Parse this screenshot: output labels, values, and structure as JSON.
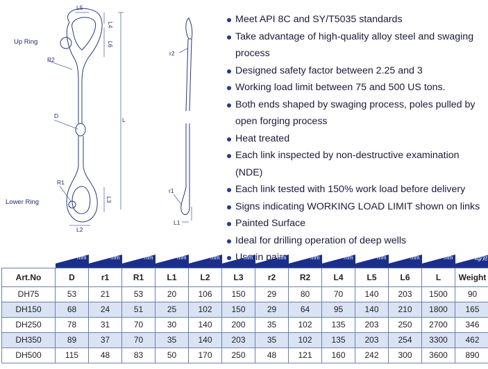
{
  "drawing": {
    "labels": {
      "up_ring": "Up Ring",
      "lower_ring": "Lower Ring",
      "l5": "L5",
      "l4": "L4",
      "l6": "L6",
      "r2_cap": "R2",
      "d": "D",
      "l": "L",
      "r1_cap": "R1",
      "l3": "L3",
      "l2": "L2",
      "r2": "r2",
      "r1": "r1",
      "l1": "L1"
    }
  },
  "features": [
    "Meet API 8C and SY/T5035 standards",
    "Take advantage of high-quality alloy steel and swaging process",
    "Designed safety factor between 2.25 and 3",
    "Working load limit between 75 and 500 US tons.",
    "Both ends shaped by swaging process, poles pulled by open forging process",
    "Heat treated",
    "Each link inspected by non-destructive examination (NDE)",
    "Each link tested with 150% work load before delivery",
    "Signs indicating WORKING LOAD LIMIT shown on links",
    "Painted Surface",
    "Ideal for drilling operation of deep wells",
    "Use in pairs"
  ],
  "table": {
    "units": [
      "",
      "mm",
      "mm",
      "mm",
      "mm",
      "mm",
      "mm",
      "mm",
      "mm",
      "mm",
      "mm",
      "mm",
      "mm",
      "kg/对"
    ],
    "headers": [
      "Art.No",
      "D",
      "r1",
      "R1",
      "L1",
      "L2",
      "L3",
      "r2",
      "R2",
      "L4",
      "L5",
      "L6",
      "L",
      "Weight"
    ],
    "rows": [
      [
        "DH75",
        "53",
        "21",
        "53",
        "20",
        "106",
        "150",
        "29",
        "80",
        "70",
        "140",
        "203",
        "1500",
        "90"
      ],
      [
        "DH150",
        "68",
        "24",
        "51",
        "25",
        "102",
        "150",
        "29",
        "64",
        "95",
        "140",
        "210",
        "1800",
        "165"
      ],
      [
        "DH250",
        "78",
        "31",
        "70",
        "30",
        "140",
        "200",
        "35",
        "102",
        "135",
        "203",
        "250",
        "2700",
        "346"
      ],
      [
        "DH350",
        "89",
        "37",
        "70",
        "35",
        "140",
        "203",
        "35",
        "102",
        "135",
        "203",
        "254",
        "3300",
        "462"
      ],
      [
        "DH500",
        "115",
        "48",
        "83",
        "50",
        "170",
        "250",
        "48",
        "121",
        "160",
        "242",
        "300",
        "3600",
        "890"
      ]
    ]
  }
}
